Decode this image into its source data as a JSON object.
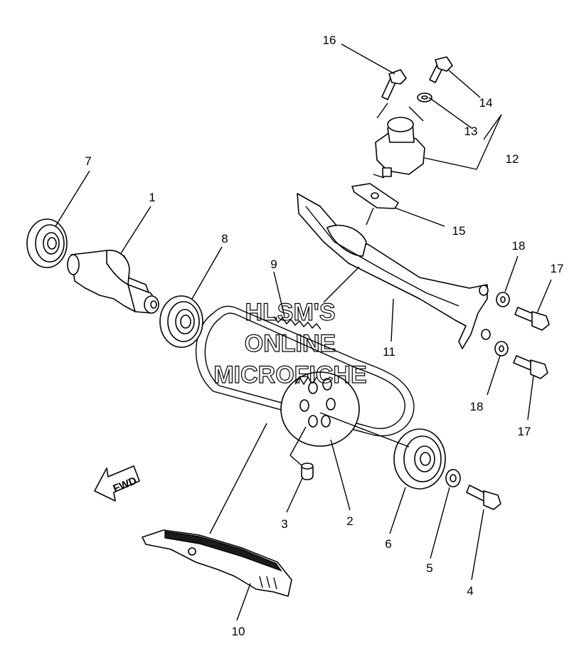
{
  "watermark": {
    "line1": "HLSM'S",
    "line2": "ONLINE",
    "line3": "MICROFICHE"
  },
  "direction_label": "FWD",
  "callouts": [
    {
      "id": "1",
      "label": "1"
    },
    {
      "id": "2",
      "label": "2"
    },
    {
      "id": "3",
      "label": "3"
    },
    {
      "id": "4",
      "label": "4"
    },
    {
      "id": "5",
      "label": "5"
    },
    {
      "id": "6",
      "label": "6"
    },
    {
      "id": "7",
      "label": "7"
    },
    {
      "id": "8",
      "label": "8"
    },
    {
      "id": "9",
      "label": "9"
    },
    {
      "id": "10",
      "label": "10"
    },
    {
      "id": "11",
      "label": "11"
    },
    {
      "id": "12",
      "label": "12"
    },
    {
      "id": "13",
      "label": "13"
    },
    {
      "id": "14",
      "label": "14"
    },
    {
      "id": "15",
      "label": "15"
    },
    {
      "id": "16",
      "label": "16"
    },
    {
      "id": "17a",
      "label": "17"
    },
    {
      "id": "17b",
      "label": "17"
    },
    {
      "id": "18a",
      "label": "18"
    },
    {
      "id": "18b",
      "label": "18"
    }
  ]
}
